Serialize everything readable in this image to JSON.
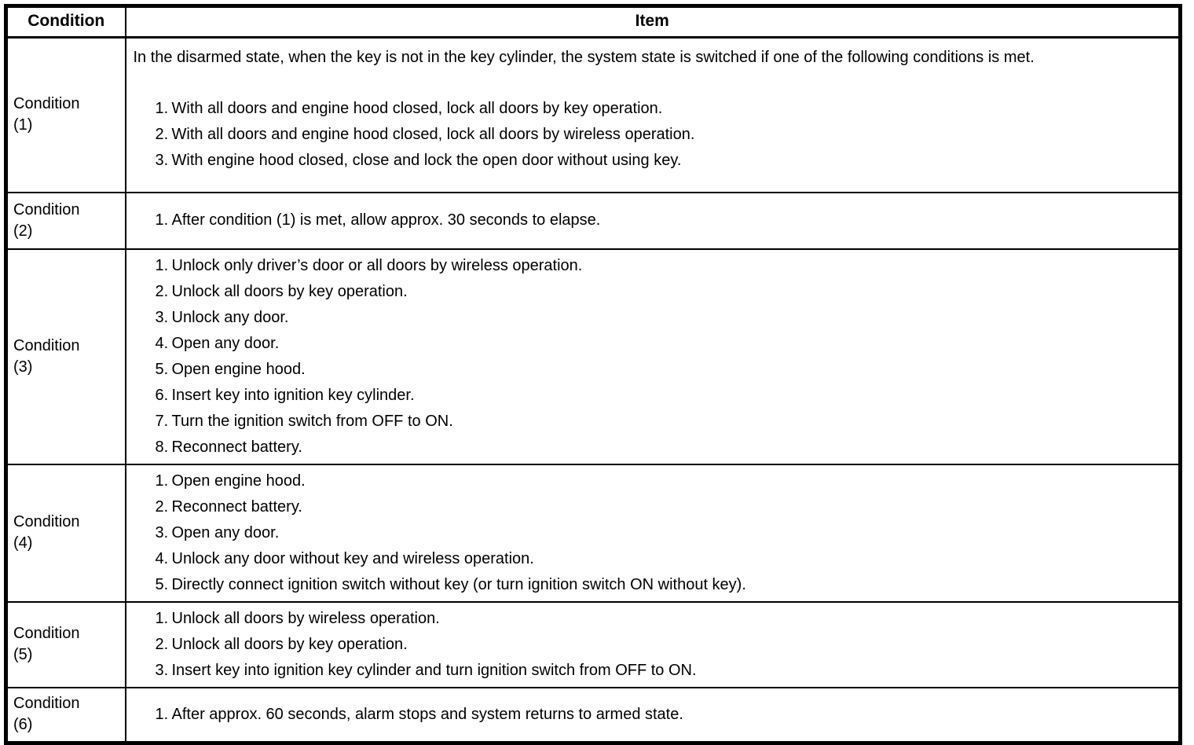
{
  "table": {
    "headers": [
      "Condition",
      "Item"
    ],
    "rows": [
      {
        "condition_word": "Condition",
        "condition_number": "(1)",
        "intro": "In the disarmed state, when the key is not in the key cylinder, the system state is switched if one of the following conditions is met.",
        "items": [
          {
            "num": "1.",
            "text": "With all doors and engine hood closed, lock all doors by key operation."
          },
          {
            "num": "2.",
            "text": "With all doors and engine hood closed, lock all doors by wireless operation."
          },
          {
            "num": "3.",
            "text": "With engine hood closed, close and lock the open door without using key."
          }
        ]
      },
      {
        "condition_word": "Condition",
        "condition_number": "(2)",
        "items": [
          {
            "num": "1.",
            "text": "After condition (1) is met, allow approx. 30 seconds to elapse."
          }
        ]
      },
      {
        "condition_word": "Condition",
        "condition_number": "(3)",
        "items": [
          {
            "num": "1.",
            "text": "Unlock only driver’s door or all doors by wireless operation."
          },
          {
            "num": "2.",
            "text": "Unlock all doors by key operation."
          },
          {
            "num": "3.",
            "text": "Unlock any door."
          },
          {
            "num": "4.",
            "text": "Open any door."
          },
          {
            "num": "5.",
            "text": "Open engine hood."
          },
          {
            "num": "6.",
            "text": "Insert key into ignition key cylinder."
          },
          {
            "num": "7.",
            "text": "Turn the ignition switch from OFF to ON."
          },
          {
            "num": "8.",
            "text": "Reconnect battery."
          }
        ]
      },
      {
        "condition_word": "Condition",
        "condition_number": "(4)",
        "items": [
          {
            "num": "1.",
            "text": "Open engine hood."
          },
          {
            "num": "2.",
            "text": "Reconnect battery."
          },
          {
            "num": "3.",
            "text": "Open any door."
          },
          {
            "num": "4.",
            "text": "Unlock any door without key and wireless operation."
          },
          {
            "num": "5.",
            "text": "Directly connect ignition switch without key (or turn ignition switch ON without key)."
          }
        ]
      },
      {
        "condition_word": "Condition",
        "condition_number": "(5)",
        "items": [
          {
            "num": "1.",
            "text": "Unlock all doors by wireless operation."
          },
          {
            "num": "2.",
            "text": "Unlock all doors by key operation."
          },
          {
            "num": "3.",
            "text": "Insert key into ignition key cylinder and turn ignition switch from OFF to ON."
          }
        ]
      },
      {
        "condition_word": "Condition",
        "condition_number": "(6)",
        "items": [
          {
            "num": "1.",
            "text": "After approx. 60 seconds, alarm stops and system returns to armed state."
          }
        ]
      }
    ]
  },
  "colors": {
    "border": "#000000",
    "text": "#000000",
    "background": "#ffffff"
  }
}
